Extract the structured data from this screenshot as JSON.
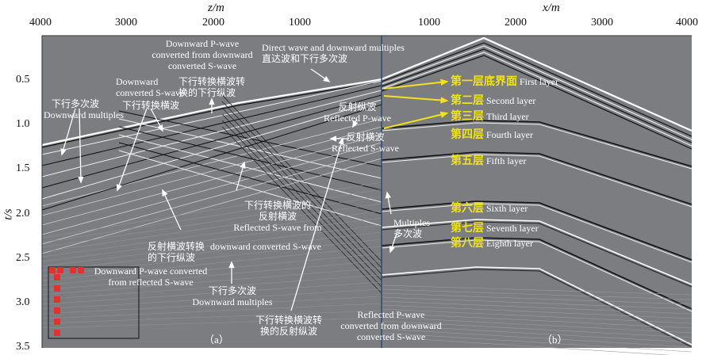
{
  "axes": {
    "top_left_label": "z/m",
    "top_right_label": "x/m",
    "y_label": "t/s",
    "z_ticks": [
      "4000",
      "3000",
      "2000",
      "1000"
    ],
    "x_ticks": [
      "1000",
      "2000",
      "3000",
      "4000"
    ],
    "t_ticks": [
      "0.5",
      "1.0",
      "1.5",
      "2.0",
      "2.5",
      "3.0",
      "3.5"
    ]
  },
  "panels": {
    "a": "（a）",
    "b": "（b）"
  },
  "annotations": {
    "down_p_from_down_s": [
      "Downward P-wave",
      "converted from downward",
      "converted S-wave"
    ],
    "direct": [
      "Direct wave and downward multiples",
      "直达波和下行多次波"
    ],
    "down_conv_s_cn": [
      "下行转换横波转",
      "换的下行纵波"
    ],
    "down_conv_s_en": [
      "Downward",
      "converted S-wave"
    ],
    "down_multiples_1": [
      "下行多次波",
      "Downward multiples"
    ],
    "down_conv_s_wave": "下行转换横波",
    "refl_p": [
      "反射纵波",
      "Reflected P-wave"
    ],
    "refl_s": [
      "反射横波",
      "Reflected S-wave"
    ],
    "refl_s_from_down": [
      "下行转换横波的",
      "反射横波",
      "Reflected S-wave from",
      "downward converted S-wave"
    ],
    "down_p_from_refl_s": [
      "反射横波转换",
      "的下行纵波",
      "Downward P-wave converted",
      "from reflected S-wave"
    ],
    "down_multiples_2": [
      "下行多次波",
      "Downward multiples"
    ],
    "refl_p_from_down_s_cn": [
      "下行转换横波转",
      "换的反射纵波"
    ],
    "refl_p_from_down_s_en": [
      "Reflected P-wave",
      "converted from downward",
      "converted S-wave"
    ],
    "multiples": [
      "Multiples",
      "多次波"
    ]
  },
  "layers": [
    {
      "cn": "第一层底界面",
      "en": "First layer"
    },
    {
      "cn": "第二层",
      "en": "Second layer"
    },
    {
      "cn": "第三层",
      "en": "Third layer"
    },
    {
      "cn": "第四层",
      "en": "Fourth layer"
    },
    {
      "cn": "第五层",
      "en": "Fifth layer"
    },
    {
      "cn": "第六层",
      "en": "Sixth layer"
    },
    {
      "cn": "第七层",
      "en": "Seventh layer"
    },
    {
      "cn": "第八层",
      "en": "Eighth layer"
    }
  ],
  "colors": {
    "background": "#7b7d80",
    "layer_text": "#f2e21a",
    "marker": "#e53030"
  }
}
